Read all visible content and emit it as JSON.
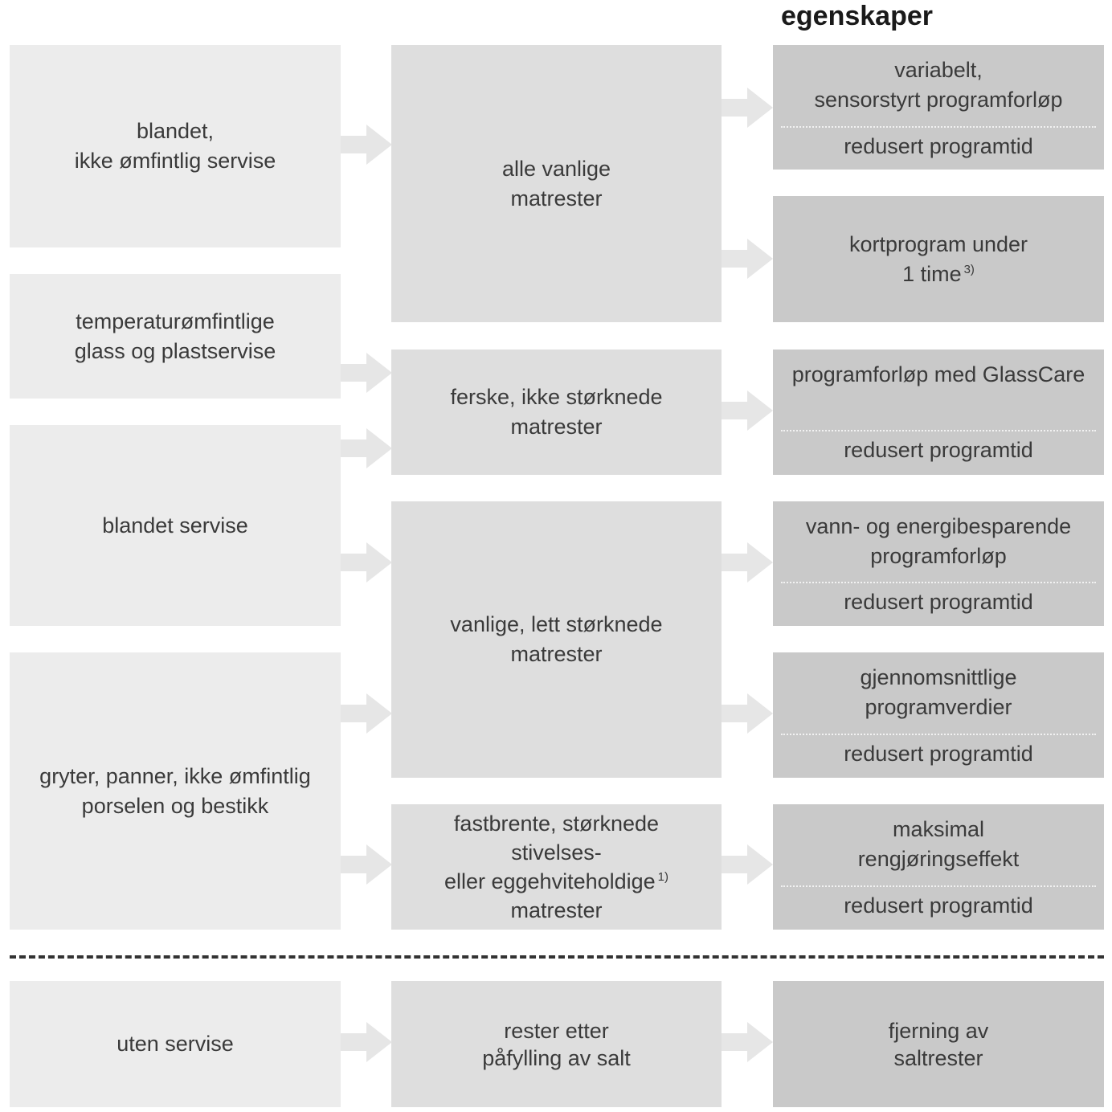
{
  "heading": "egenskaper",
  "column1": [
    {
      "lines": [
        "blandet,",
        "ikke ømfintlig servise"
      ]
    },
    {
      "lines": [
        "temperaturømfintlige",
        "glass og plastservise"
      ]
    },
    {
      "lines": [
        "blandet servise"
      ]
    },
    {
      "lines": [
        "gryter, panner, ikke ømfintlig",
        "porselen og bestikk"
      ]
    },
    {
      "lines": [
        "uten servise"
      ]
    }
  ],
  "column2": [
    {
      "lines": [
        "alle vanlige",
        "matrester"
      ]
    },
    {
      "lines": [
        "ferske, ikke størknede",
        "matrester"
      ]
    },
    {
      "lines": [
        "vanlige, lett størknede",
        "matrester"
      ]
    },
    {
      "lines": [
        "fastbrente, størknede",
        "stivelses-",
        "eller eggehviteholdige",
        "matrester"
      ],
      "superscript": "1)"
    },
    {
      "lines": [
        "rester etter",
        "påfylling av salt"
      ]
    }
  ],
  "column3": [
    {
      "main": [
        "variabelt,",
        "sensorstyrt programforløp"
      ],
      "sub": "redusert programtid"
    },
    {
      "main": [
        "kortprogram under",
        "1 time"
      ],
      "superscript": "3)"
    },
    {
      "main": [
        "programforløp med GlassCare"
      ],
      "sub": "redusert programtid"
    },
    {
      "main": [
        "vann- og energibesparende",
        "programforløp"
      ],
      "sub": "redusert programtid"
    },
    {
      "main": [
        "gjennomsnittlige",
        "programverdier"
      ],
      "sub": "redusert programtid"
    },
    {
      "main": [
        "maksimal",
        "rengjøringseffekt"
      ],
      "sub": "redusert programtid"
    },
    {
      "main": [
        "fjerning av",
        "saltrester"
      ]
    }
  ],
  "colors": {
    "column1_fill": "#ececec",
    "column2_fill": "#dedede",
    "column3_fill": "#c9c9c9",
    "arrow": "#e6e6e6",
    "divider": "#333333"
  }
}
